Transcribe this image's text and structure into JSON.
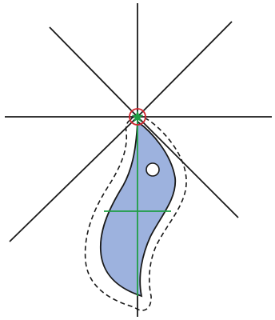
{
  "diagram": {
    "colors": {
      "background": "#ffffff",
      "lines": "#1a1a1a",
      "shape_fill": "#9db2de",
      "shape_stroke": "#1a1a1a",
      "axis_green": "#1f9e45",
      "pivot_red": "#d0262e",
      "dot_fill": "#ffffff"
    },
    "elements": {
      "radiating_lines": 4,
      "pivot_marker": "circle-with-star",
      "shape": "leaf",
      "offset_outline": "dashed",
      "axes": "green-cross",
      "hole": "white-circle"
    }
  }
}
